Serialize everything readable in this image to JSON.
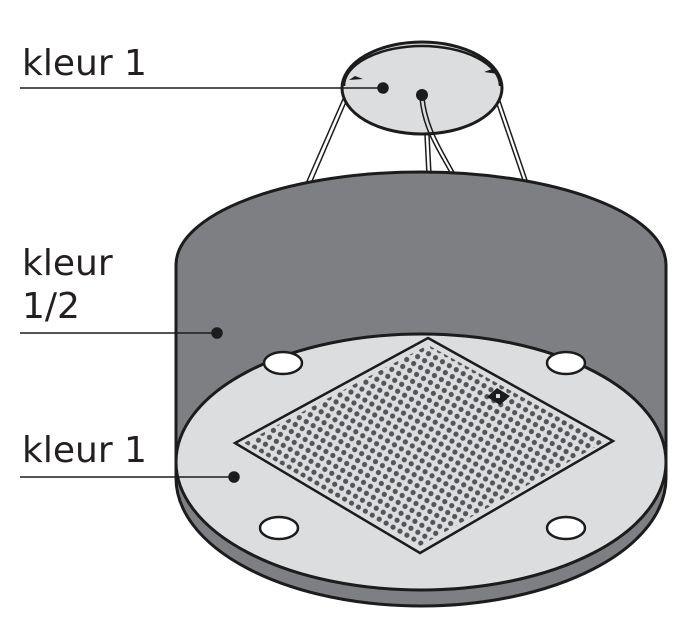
{
  "labels": {
    "ceiling_plate": "kleur 1",
    "cylinder_line1": "kleur",
    "cylinder_line2": "1/2",
    "bottom_plate": "kleur 1"
  },
  "colors": {
    "light": "#dcdddf",
    "dark": "#7e7f83",
    "outline": "#1c1c1c",
    "grille_dot": "#555559"
  }
}
